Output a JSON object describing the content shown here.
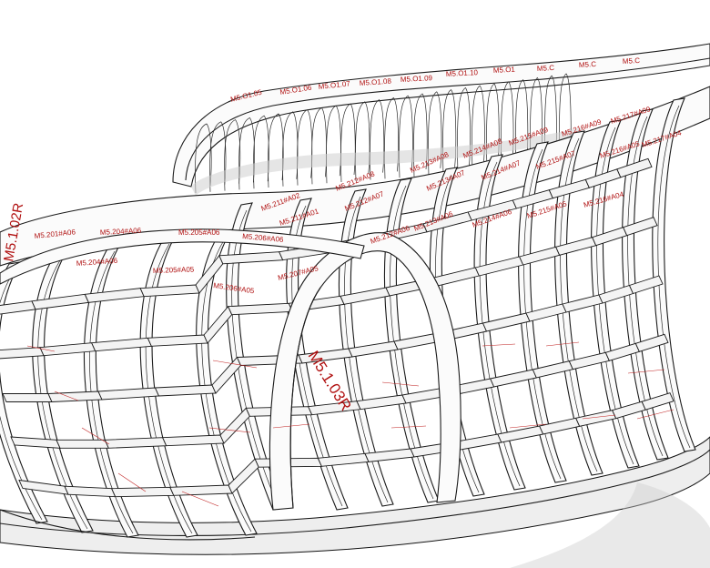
{
  "figure": {
    "background": "#ffffff",
    "label_color": "#b01010",
    "line_color": "#1a1a1a"
  },
  "rim_labels": {
    "top_band": [
      "M5.O1.05",
      "M5.O1.06",
      "M5.O1.07",
      "M5.O1.08",
      "M5.O1.09",
      "M5.O1.10",
      "M5.O1",
      "M5.C",
      "M5.C",
      "M5.C"
    ],
    "front_band": [
      "M5.201#A06",
      "M5.204#A06",
      "M5.205#A06",
      "M5.206#A06"
    ],
    "front_left": "M5.1.02R",
    "front_big": "M5.1.03R"
  },
  "part_labels": {
    "row1": [
      "M5.211#A02",
      "M5.212#A08",
      "M5.213#A08",
      "M5.214#A08",
      "M5.215#A09",
      "M5.216#A09",
      "M5.217#A09"
    ],
    "row2": [
      "M5.211#A01",
      "M5.212#A07",
      "M5.213#A07",
      "M5.214#A07",
      "M5.215#A07",
      "M5.216#A05",
      "M5.217#A04"
    ],
    "row3": [
      "M5.204#A06",
      "M5.205#A05",
      "M5.206#A05",
      "M5.207#A05"
    ],
    "row4": [
      "M5.212#A06",
      "M5.213#A06",
      "M5.214#A06",
      "M5.215#A05",
      "M5.216#A04"
    ]
  }
}
